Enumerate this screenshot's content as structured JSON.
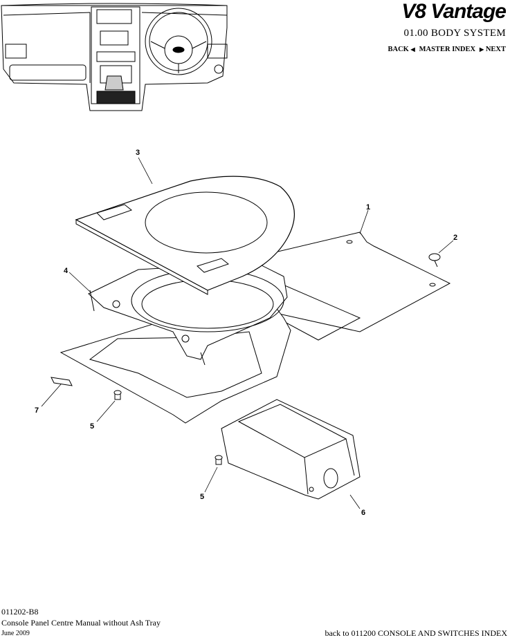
{
  "header": {
    "logo_text": "V8 Vantage",
    "section_title": "01.00 BODY SYSTEM",
    "nav": {
      "back": "BACK",
      "master_index": "MASTER INDEX",
      "next": "NEXT"
    }
  },
  "callouts": [
    "1",
    "2",
    "3",
    "4",
    "5",
    "5",
    "6",
    "7"
  ],
  "footer": {
    "code": "011202-B8",
    "title": "Console Panel Centre Manual without Ash Tray",
    "date": "June 2009",
    "back_link": "back to 011200 CONSOLE AND SWITCHES INDEX"
  }
}
